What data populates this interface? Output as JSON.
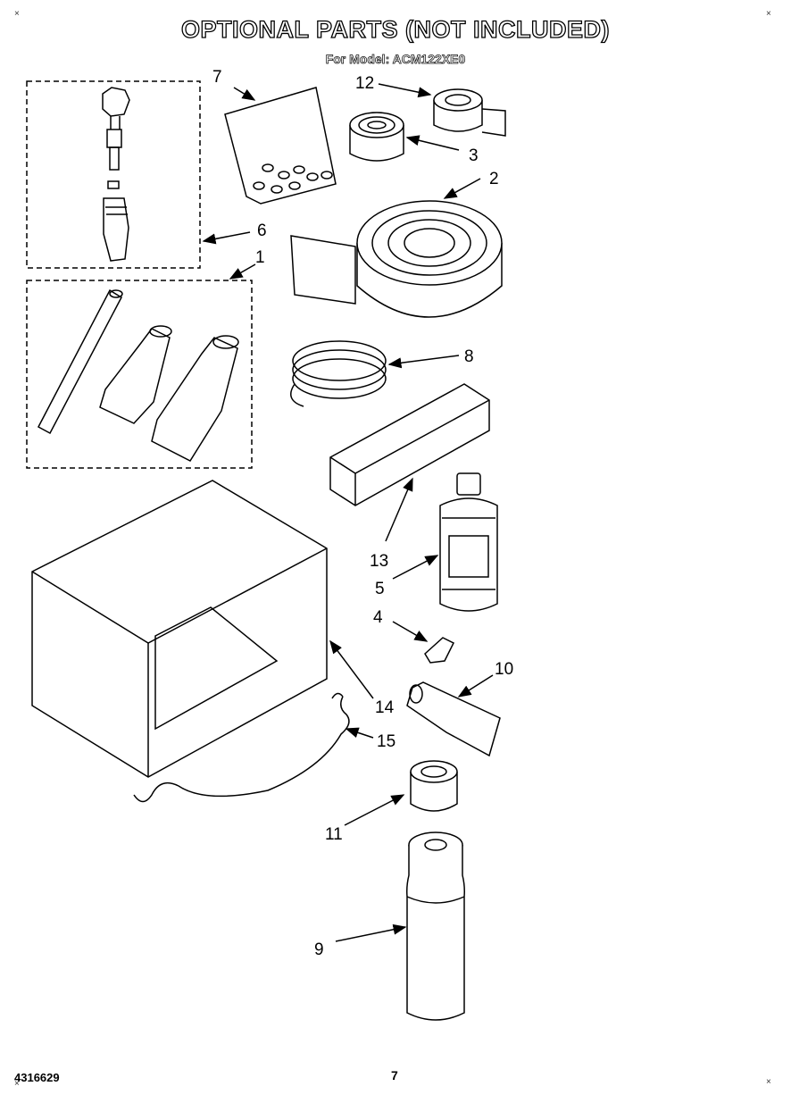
{
  "title": "OPTIONAL PARTS (NOT INCLUDED)",
  "subtitle": "For Model: ACM122XE0",
  "footer": {
    "part_number": "4316629",
    "page_number": "7"
  },
  "corner_marks": [
    "×",
    "×",
    "×",
    "×"
  ],
  "callouts": [
    "1",
    "2",
    "3",
    "4",
    "5",
    "6",
    "7",
    "8",
    "9",
    "10",
    "11",
    "12",
    "13",
    "14",
    "15"
  ]
}
